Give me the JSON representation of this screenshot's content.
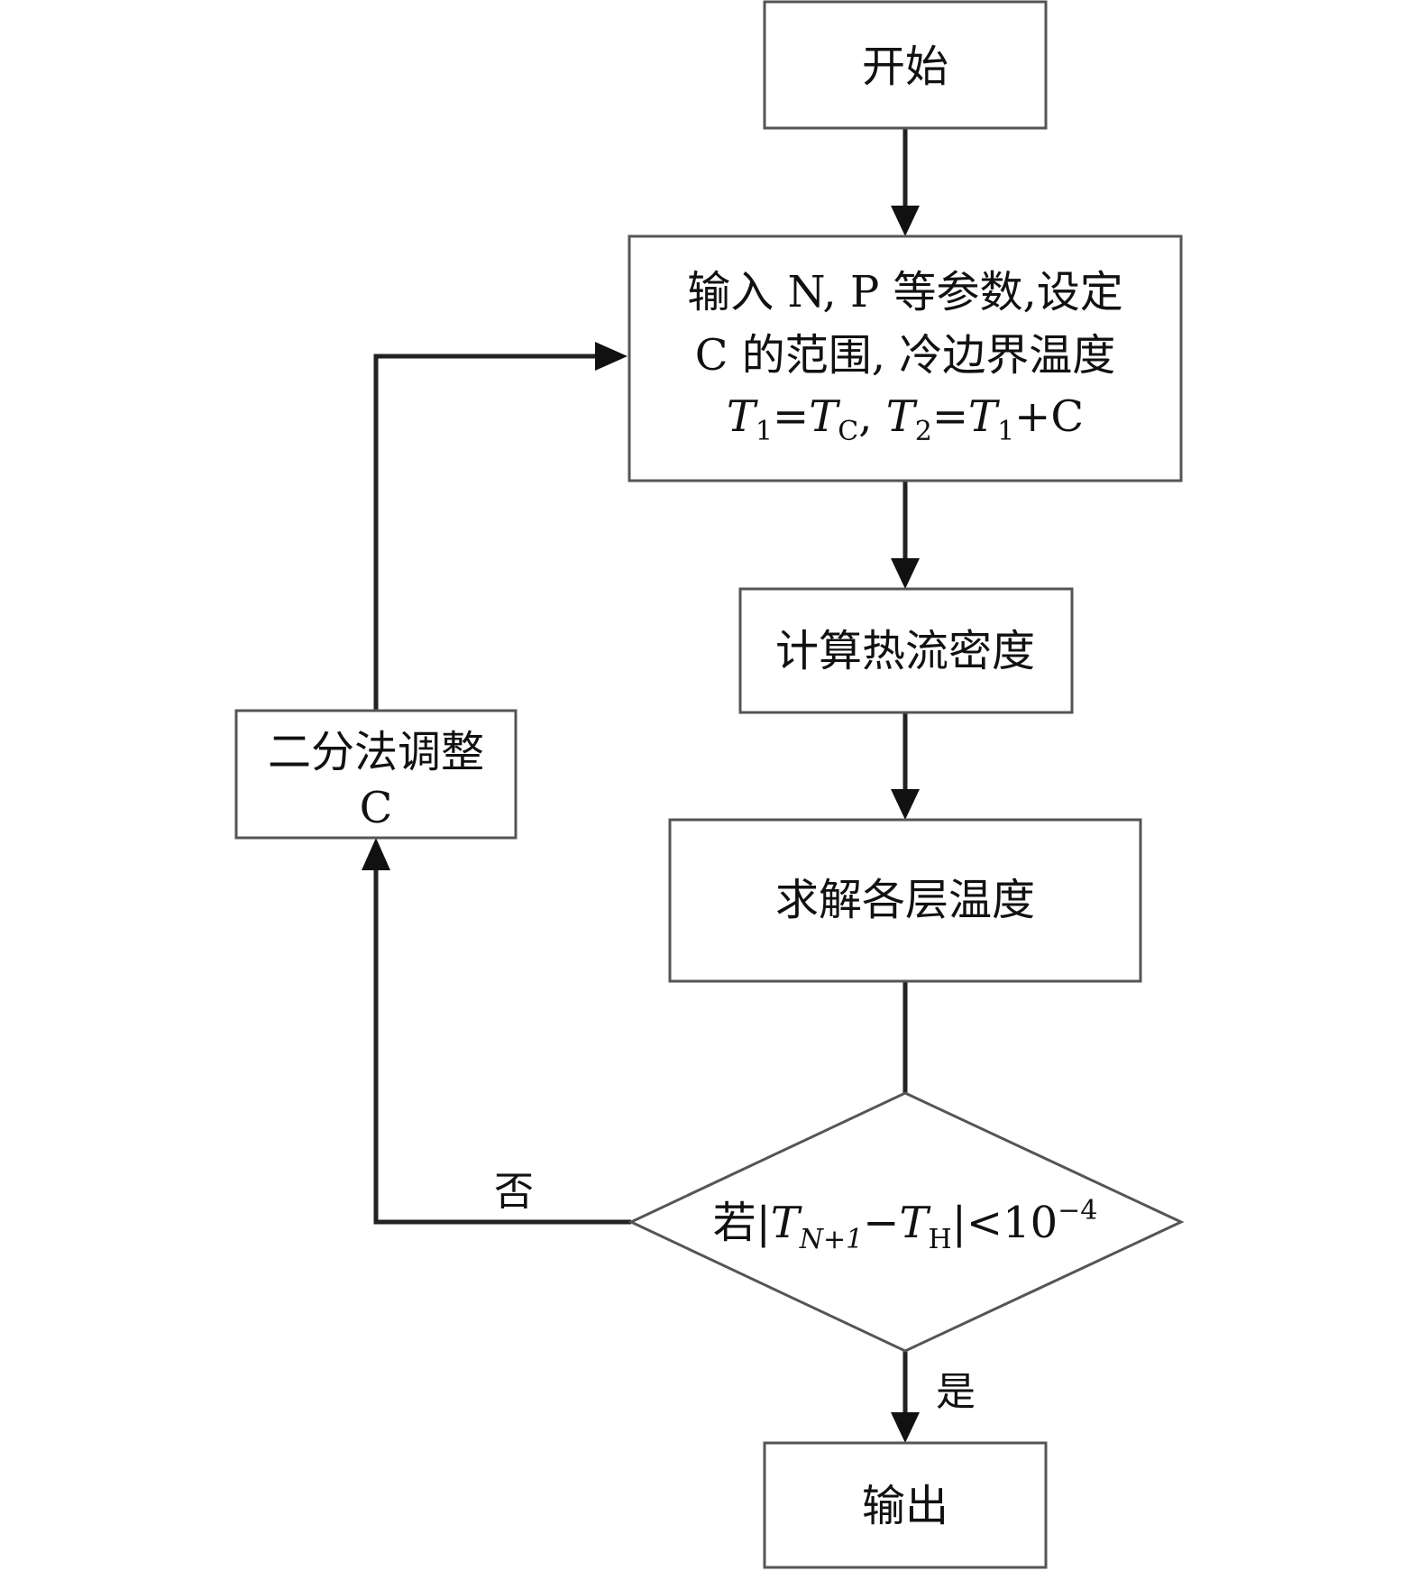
{
  "nodes": {
    "start": "开始",
    "input": {
      "line1": "输入 N, P 等参数,设定",
      "line2": "C 的范围, 冷边界温度",
      "formula": {
        "t": "T",
        "sub1": "1",
        "eq": "=",
        "sub_c": "C",
        "comma": ", ",
        "sub2": "2",
        "plus_c": "+C"
      }
    },
    "heat_flux": "计算热流密度",
    "layer_temp": "求解各层温度",
    "decision": {
      "prefix": "若|",
      "t": "T",
      "sub_n1": "N+1",
      "minus": "−",
      "sub_h": "H",
      "suffix": "|<10",
      "exp": "−4"
    },
    "bisection": {
      "line1": "二分法调整",
      "line2": "C"
    },
    "output": "输出"
  },
  "edge_labels": {
    "no": "否",
    "yes": "是"
  }
}
